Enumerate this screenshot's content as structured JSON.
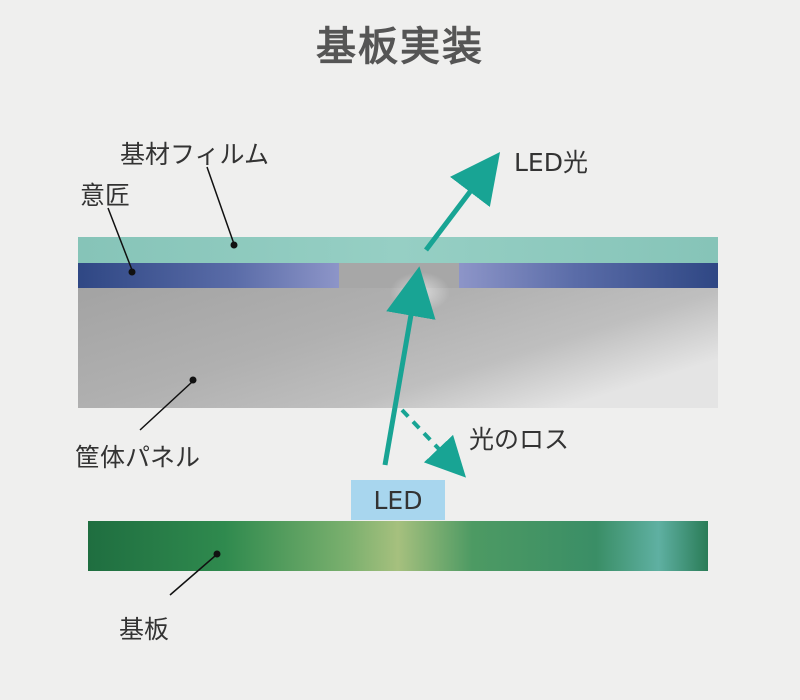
{
  "title": "基板実装",
  "labels": {
    "film": "基材フィルム",
    "design": "意匠",
    "panel": "筐体パネル",
    "substrate": "基板",
    "led_light": "LED光",
    "light_loss": "光のロス",
    "led": "LED"
  },
  "colors": {
    "background": "#efefee",
    "film": "#8cc8bc",
    "design": "#354e8a",
    "panel": "#a8a8a8",
    "substrate": "#2e8a55",
    "led_chip": "#a8d6ee",
    "arrow": "#18a494"
  }
}
